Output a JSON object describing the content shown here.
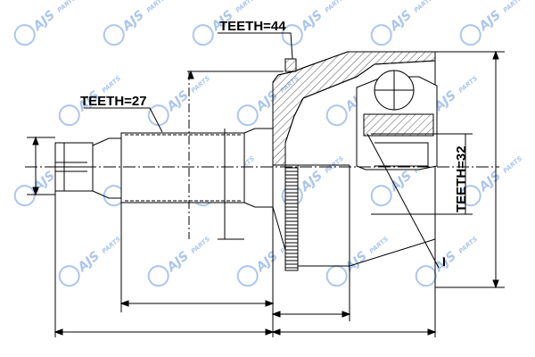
{
  "labels": {
    "teeth_top": "TEETH=44",
    "teeth_left": "TEETH=27",
    "teeth_right": "TEETH=32",
    "marker_i": "I"
  },
  "watermark": {
    "brand_main": "AJS",
    "brand_sub": "PARTS",
    "color": "#8fb4e8"
  },
  "colors": {
    "line": "#000000",
    "hatch": "#555555"
  }
}
